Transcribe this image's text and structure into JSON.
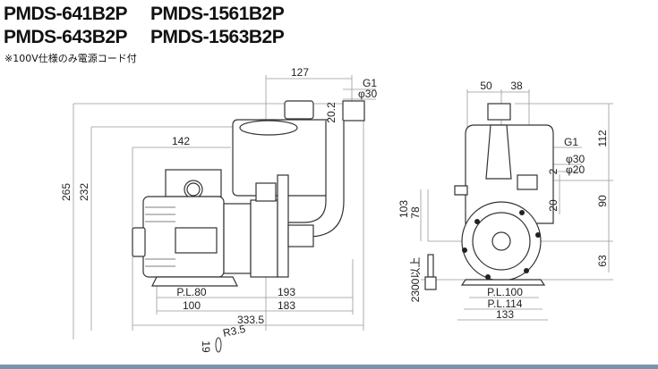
{
  "titles": {
    "line1_left": "PMDS-641B2P",
    "line1_right": "PMDS-1561B2P",
    "line2_left": "PMDS-643B2P",
    "line2_right": "PMDS-1563B2P"
  },
  "note": "※100V仕様のみ電源コード付",
  "side_view_dimensions": {
    "top_width": "127",
    "outlet_thread": "G1",
    "outlet_diameter": "φ30",
    "outlet_height": "20.2",
    "motor_length": "142",
    "overall_height": "265",
    "body_height": "232",
    "mount_pitch": "P.L.80",
    "mount_width": "100",
    "base_to_outlet": "193",
    "base_to_end": "183",
    "overall_length": "333.5",
    "slot_radius": "R3.5",
    "slot_length": "19"
  },
  "front_view_dimensions": {
    "left_offset": "50",
    "right_offset": "38",
    "inlet_thread": "G1",
    "inlet_diameter_outer": "φ30",
    "inlet_diameter_inner": "φ20",
    "gap": "2",
    "inlet_height": "20",
    "top_height": "112",
    "mid_height": "90",
    "shaft_height": "63",
    "cable_height_1": "103",
    "cable_height_2": "78",
    "cord_length": "2300以上",
    "base_pitch_1": "P.L.100",
    "base_pitch_2": "P.L.114",
    "base_width": "133"
  }
}
